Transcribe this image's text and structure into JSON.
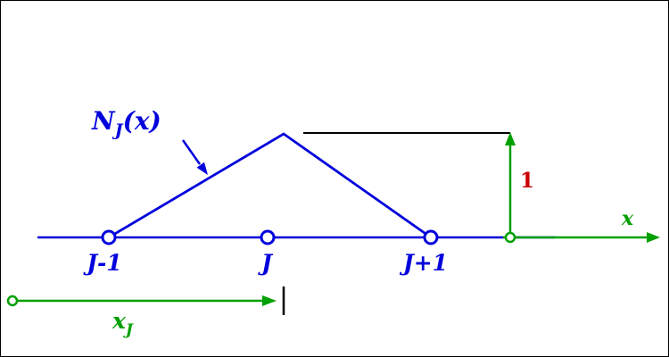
{
  "diagram": {
    "function_label": {
      "base": "N",
      "sub": "J",
      "args": "(x)"
    },
    "nodes": [
      {
        "label": "J-1"
      },
      {
        "label": "J"
      },
      {
        "label": "J+1"
      }
    ],
    "unit_height_label": "1",
    "x_axis_label": "x",
    "spacing_label": {
      "base": "x",
      "sub": "J"
    },
    "colors": {
      "function_blue": "#0000dd",
      "axis_green": "#00a000",
      "height_red": "#cc0000",
      "reference_black": "#000000",
      "background": "#ffffff"
    }
  }
}
